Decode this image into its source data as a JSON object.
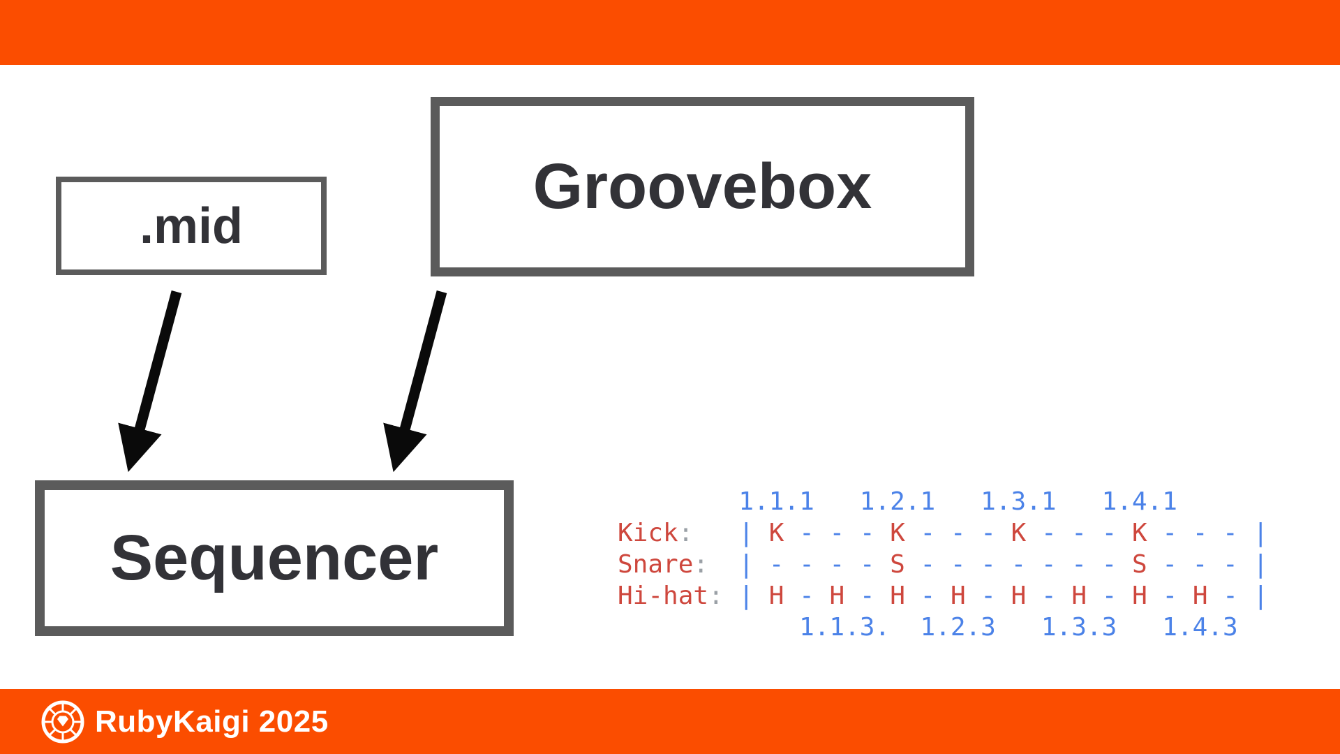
{
  "colors": {
    "brand_orange": "#FB4D00",
    "box_border_gray": "#5B5B5B",
    "box_text": "#323237",
    "arrow_black": "#0A0A0A"
  },
  "diagram": {
    "boxes": [
      {
        "label": ".mid"
      },
      {
        "label": "Groovebox"
      },
      {
        "label": "Sequencer"
      }
    ],
    "arrows": [
      {
        "from": "mid",
        "to": "sequencer"
      },
      {
        "from": "groovebox",
        "to": "sequencer"
      }
    ]
  },
  "pattern": {
    "colors": {
      "red": "#CE473D",
      "blue": "#4B82E8",
      "gray": "#9AA0A6"
    },
    "lines": [
      {
        "name": "beat-ruler-top",
        "segments": [
          {
            "t": "        1.1.1   1.2.1   1.3.1   1.4.1",
            "c": "blue"
          }
        ]
      },
      {
        "name": "kick",
        "segments": [
          {
            "t": "Kick",
            "c": "red"
          },
          {
            "t": ":",
            "c": "gray"
          },
          {
            "t": "   ",
            "c": "plain"
          },
          {
            "t": "| ",
            "c": "blue"
          },
          {
            "t": "K",
            "c": "red"
          },
          {
            "t": " - - - ",
            "c": "blue"
          },
          {
            "t": "K",
            "c": "red"
          },
          {
            "t": " - - - ",
            "c": "blue"
          },
          {
            "t": "K",
            "c": "red"
          },
          {
            "t": " - - - ",
            "c": "blue"
          },
          {
            "t": "K",
            "c": "red"
          },
          {
            "t": " - - - |",
            "c": "blue"
          }
        ]
      },
      {
        "name": "snare",
        "segments": [
          {
            "t": "Snare",
            "c": "red"
          },
          {
            "t": ":",
            "c": "gray"
          },
          {
            "t": "  ",
            "c": "plain"
          },
          {
            "t": "| - - - - ",
            "c": "blue"
          },
          {
            "t": "S",
            "c": "red"
          },
          {
            "t": " - - - - - - - ",
            "c": "blue"
          },
          {
            "t": "S",
            "c": "red"
          },
          {
            "t": " - - - |",
            "c": "blue"
          }
        ]
      },
      {
        "name": "hihat",
        "segments": [
          {
            "t": "Hi-hat",
            "c": "red"
          },
          {
            "t": ":",
            "c": "gray"
          },
          {
            "t": " ",
            "c": "plain"
          },
          {
            "t": "| ",
            "c": "blue"
          },
          {
            "t": "H",
            "c": "red"
          },
          {
            "t": " - ",
            "c": "blue"
          },
          {
            "t": "H",
            "c": "red"
          },
          {
            "t": " - ",
            "c": "blue"
          },
          {
            "t": "H",
            "c": "red"
          },
          {
            "t": " - ",
            "c": "blue"
          },
          {
            "t": "H",
            "c": "red"
          },
          {
            "t": " - ",
            "c": "blue"
          },
          {
            "t": "H",
            "c": "red"
          },
          {
            "t": " - ",
            "c": "blue"
          },
          {
            "t": "H",
            "c": "red"
          },
          {
            "t": " - ",
            "c": "blue"
          },
          {
            "t": "H",
            "c": "red"
          },
          {
            "t": " - ",
            "c": "blue"
          },
          {
            "t": "H",
            "c": "red"
          },
          {
            "t": " - |",
            "c": "blue"
          }
        ]
      },
      {
        "name": "beat-ruler-bottom",
        "segments": [
          {
            "t": "            1.1.3.  1.2.3   1.3.3   1.4.3",
            "c": "blue"
          }
        ]
      }
    ]
  },
  "footer": {
    "logo": "rubykaigi-gem-logo",
    "label": "RubyKaigi 2025"
  }
}
